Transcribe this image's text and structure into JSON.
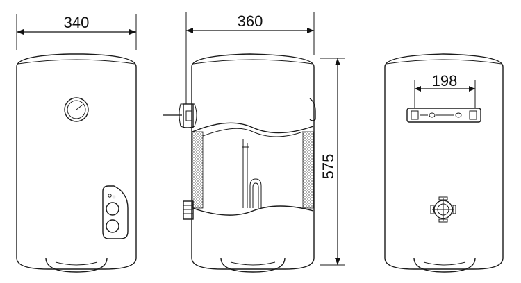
{
  "dimensions": {
    "front_width": "340",
    "side_depth": "360",
    "height": "575",
    "bracket_span": "198"
  },
  "colors": {
    "line": "#1a1a1a",
    "insulation_hatch": "#9a9a9a",
    "background": "#ffffff"
  }
}
